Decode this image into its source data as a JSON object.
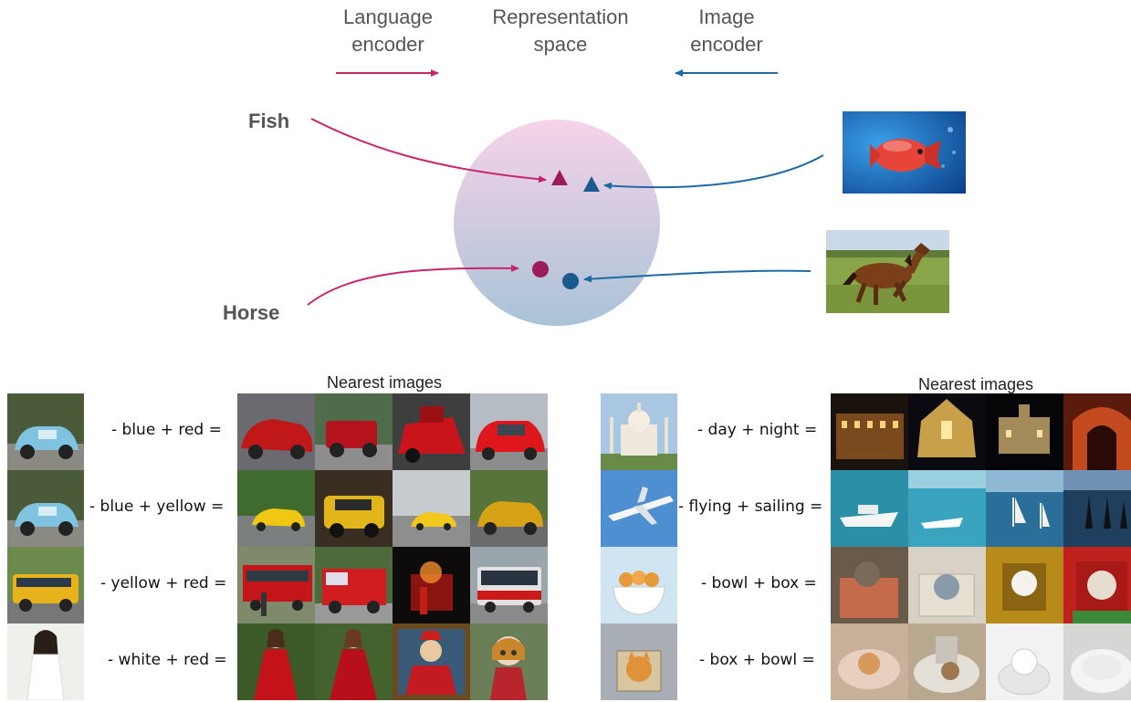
{
  "header": {
    "language_encoder": [
      "Language",
      "encoder"
    ],
    "representation_space": [
      "Representation",
      "space"
    ],
    "image_encoder": [
      "Image",
      "encoder"
    ]
  },
  "words": {
    "fish": "Fish",
    "horse": "Horse"
  },
  "colors": {
    "language": "#c6266c",
    "image": "#1f6aa5",
    "language_marker": "#9b1c5a",
    "image_marker": "#1b5a8f",
    "sphere_top": "#f7d3e8",
    "sphere_bottom": "#a9c3d8"
  },
  "panels": [
    {
      "title": "Nearest images",
      "rows": [
        {
          "equation": "- blue + red ="
        },
        {
          "equation": "- blue + yellow ="
        },
        {
          "equation": "- yellow + red ="
        },
        {
          "equation": "- white + red ="
        }
      ]
    },
    {
      "title": "Nearest images",
      "rows": [
        {
          "equation": "- day + night ="
        },
        {
          "equation": "- flying + sailing ="
        },
        {
          "equation": "- bowl + box ="
        },
        {
          "equation": "- box + bowl ="
        }
      ]
    }
  ]
}
